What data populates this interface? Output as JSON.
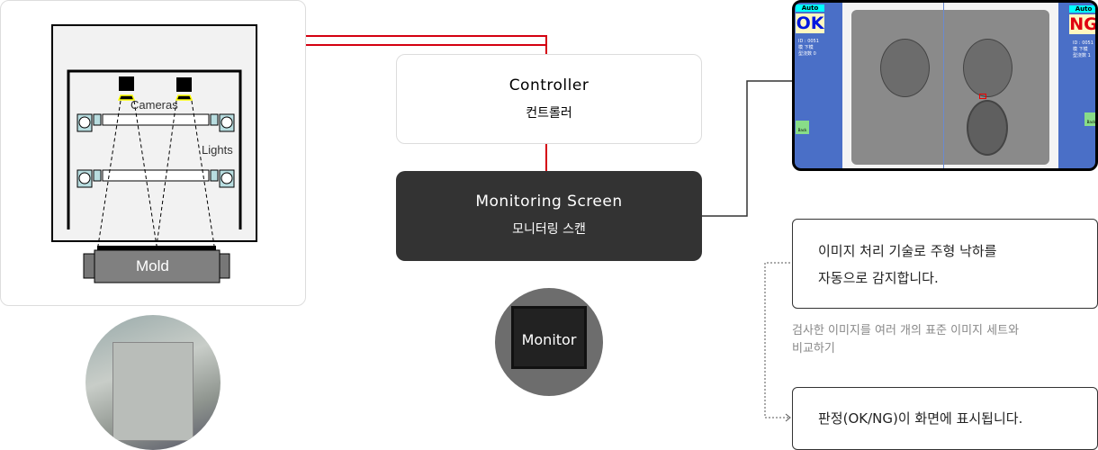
{
  "diagram": {
    "cameras_label": "Cameras",
    "lights_label": "Lights",
    "mold_label": "Mold"
  },
  "controller": {
    "title": "Controller",
    "subtitle": "컨트롤러"
  },
  "monitoring": {
    "title": "Monitoring Screen",
    "subtitle": "모니터링 스캔"
  },
  "monitor_photo": {
    "label": "Monitor"
  },
  "screen": {
    "left": {
      "mode": "Auto",
      "result": "OK",
      "info": [
        "ID : 0051",
        "模  下模",
        "型浇数 0"
      ],
      "back": "Back"
    },
    "right": {
      "mode": "Auto",
      "result": "NG",
      "info": [
        "ID : 0051",
        "模  下模",
        "型浇数 1"
      ],
      "back": "Back"
    }
  },
  "info": {
    "line1": "이미지 처리 기술로 주형 낙하를",
    "line2": "자동으로 감지합니다.",
    "note1": "검사한 이미지를 여러 개의 표준 이미지 세트와",
    "note2": "비교하기",
    "result": "판정(OK/NG)이 화면에 표시됩니다."
  },
  "colors": {
    "wire": "#d40010",
    "dark": "#333333",
    "ok": "#0018e0",
    "ng": "#e00010"
  }
}
